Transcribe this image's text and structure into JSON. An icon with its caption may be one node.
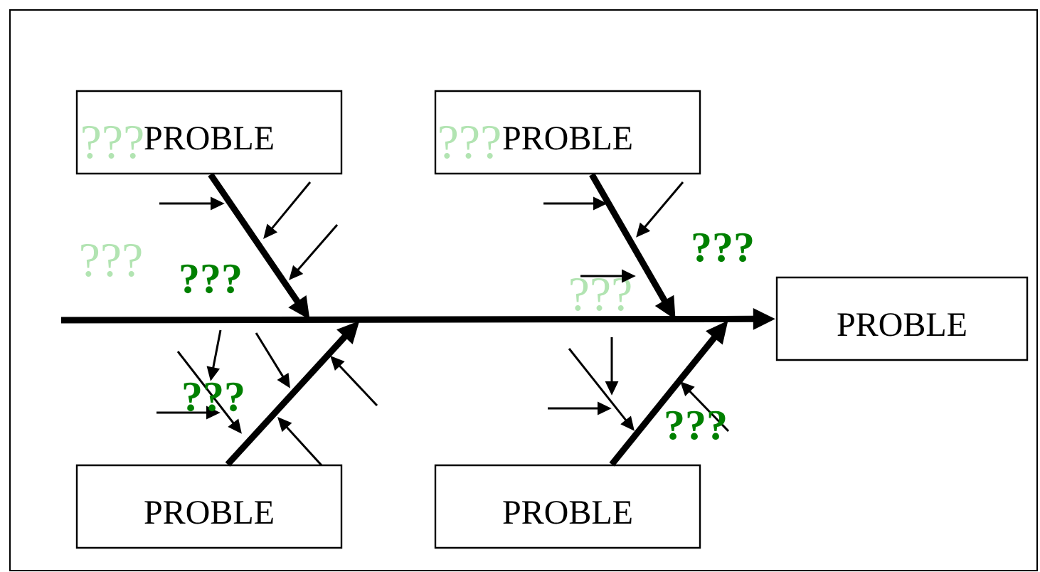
{
  "diagram": {
    "nodes": [
      {
        "text": [
          "PROBLE"
        ]
      },
      {
        "text": [
          "PROBLE"
        ]
      },
      {
        "text": [
          "PROBLE"
        ]
      },
      {
        "text": [
          "PROBLE"
        ]
      },
      {
        "text": [
          "PROBLE"
        ]
      }
    ],
    "edges": [
      {
        "from": null,
        "to": 2,
        "arrow": "to"
      },
      {
        "from": 0,
        "to": null,
        "arrow": "to"
      },
      {
        "from": 1,
        "to": null,
        "arrow": "to"
      },
      {
        "from": 3,
        "to": null,
        "arrow": "to"
      },
      {
        "from": 4,
        "to": null,
        "arrow": "to"
      }
    ],
    "labels": [
      "???",
      "???",
      "???",
      "???",
      "???",
      "???",
      "???",
      "???"
    ]
  }
}
